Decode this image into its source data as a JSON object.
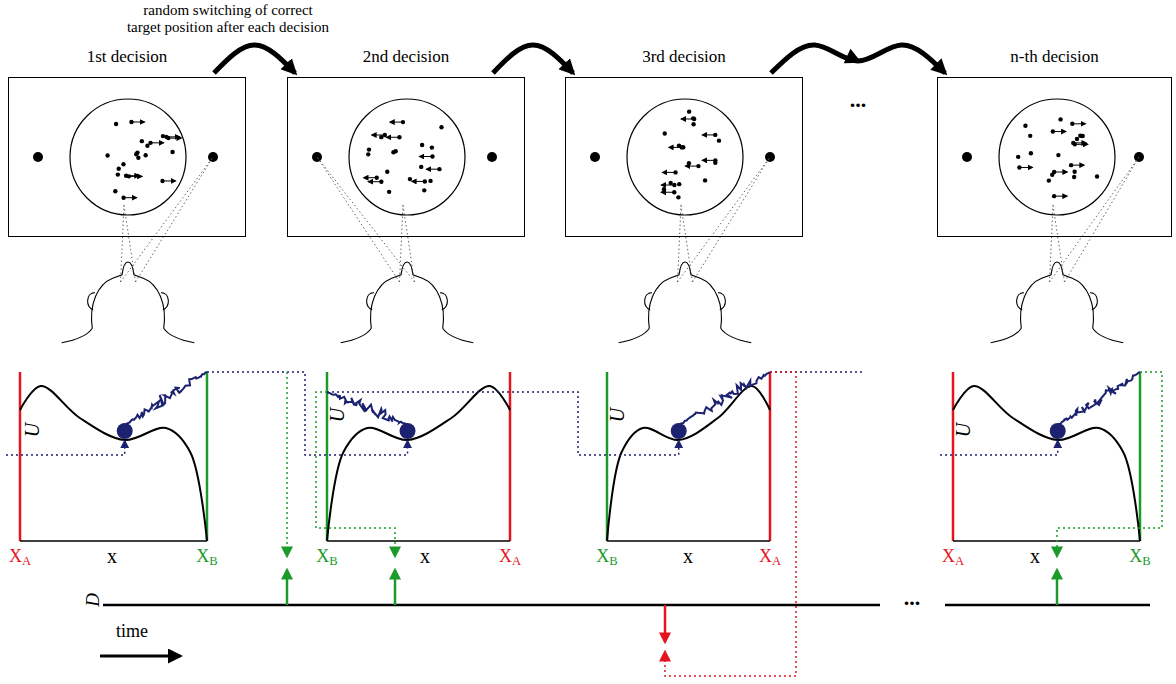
{
  "diagram": {
    "nodes": [
      {
        "text": [
          "1st decision"
        ]
      },
      {
        "text": [
          "2nd decision"
        ]
      },
      {
        "text": [
          "3rd decision"
        ]
      },
      {
        "text": [
          "n-th decision"
        ]
      }
    ],
    "edges": [
      {
        "from": 0,
        "to": 1,
        "arrow": "to"
      },
      {
        "from": 1,
        "to": 2,
        "arrow": "to"
      },
      {
        "from": 2,
        "to": 3,
        "arrow": "to"
      }
    ],
    "labels": [
      "random switching of correct target position after each decision",
      "U",
      "x",
      "XA",
      "XB",
      "U",
      "XB",
      "x",
      "XA",
      "U",
      "XB",
      "x",
      "XA",
      "...",
      "U",
      "XA",
      "x",
      "XB",
      "D",
      "...",
      "time"
    ]
  }
}
